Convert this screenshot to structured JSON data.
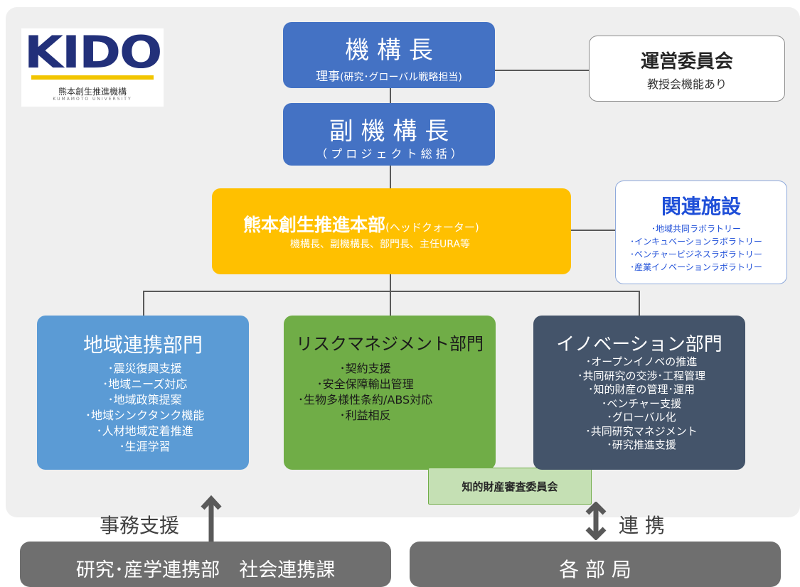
{
  "logo": {
    "wordmark": "KIDO",
    "org_name": "熊本創生推進機構",
    "university": "KUMAMOTO UNIVERSITY"
  },
  "director": {
    "title": "機 構 長",
    "subtitle_main": "理事",
    "subtitle_paren": "(研究･グローバル戦略担当)"
  },
  "steering_committee": {
    "title": "運営委員会",
    "subtitle": "教授会機能あり"
  },
  "vice_director": {
    "title": "副 機 構 長",
    "subtitle": "（ プ ロ ジ ェ ク ト 総 括 ）"
  },
  "headquarters": {
    "title": "熊本創生推進本部",
    "title_suffix": "(ヘッドクォーター)",
    "members": "機構長、副機構長、部門長、主任URA等"
  },
  "facilities": {
    "title": "関連施設",
    "items": [
      "･地域共同ラボラトリー",
      "･インキュベーションラボラトリー",
      "･ベンチャービジネスラボラトリー",
      "･産業イノベーションラボラトリー"
    ]
  },
  "departments": {
    "regional": {
      "title": "地域連携部門",
      "items": [
        "･震災復興支援",
        "･地域ニーズ対応",
        "･地域政策提案",
        "･地域シンクタンク機能",
        "･人材地域定着推進",
        "･生涯学習"
      ]
    },
    "risk": {
      "title": "リスクマネジメント部門",
      "items": [
        "･契約支援",
        "･安全保障輸出管理",
        "･生物多様性条約/ABS対応",
        "･利益相反"
      ]
    },
    "innovation": {
      "title": "イノベーション部門",
      "items": [
        "･オープンイノベの推進",
        "･共同研究の交渉･工程管理",
        "･知的財産の管理･運用",
        "･ベンチャー支援",
        "･グローバル化",
        "･共同研究マネジメント",
        "･研究推進支援"
      ]
    }
  },
  "ip_committee": "知的財産審査委員会",
  "bottom": {
    "left_label": "事務支援",
    "right_label": "連 携",
    "left_box": "研究･産学連携部　社会連携課",
    "right_box": "各 部 局"
  },
  "colors": {
    "blue": "#4472c4",
    "yellow": "#ffc000",
    "regional": "#5b9bd5",
    "risk": "#70ad47",
    "innovation": "#44546a",
    "ip_committee": "#c5e0b4",
    "bottom": "#6f6f6f",
    "facilities_title": "#1f4fd8"
  }
}
